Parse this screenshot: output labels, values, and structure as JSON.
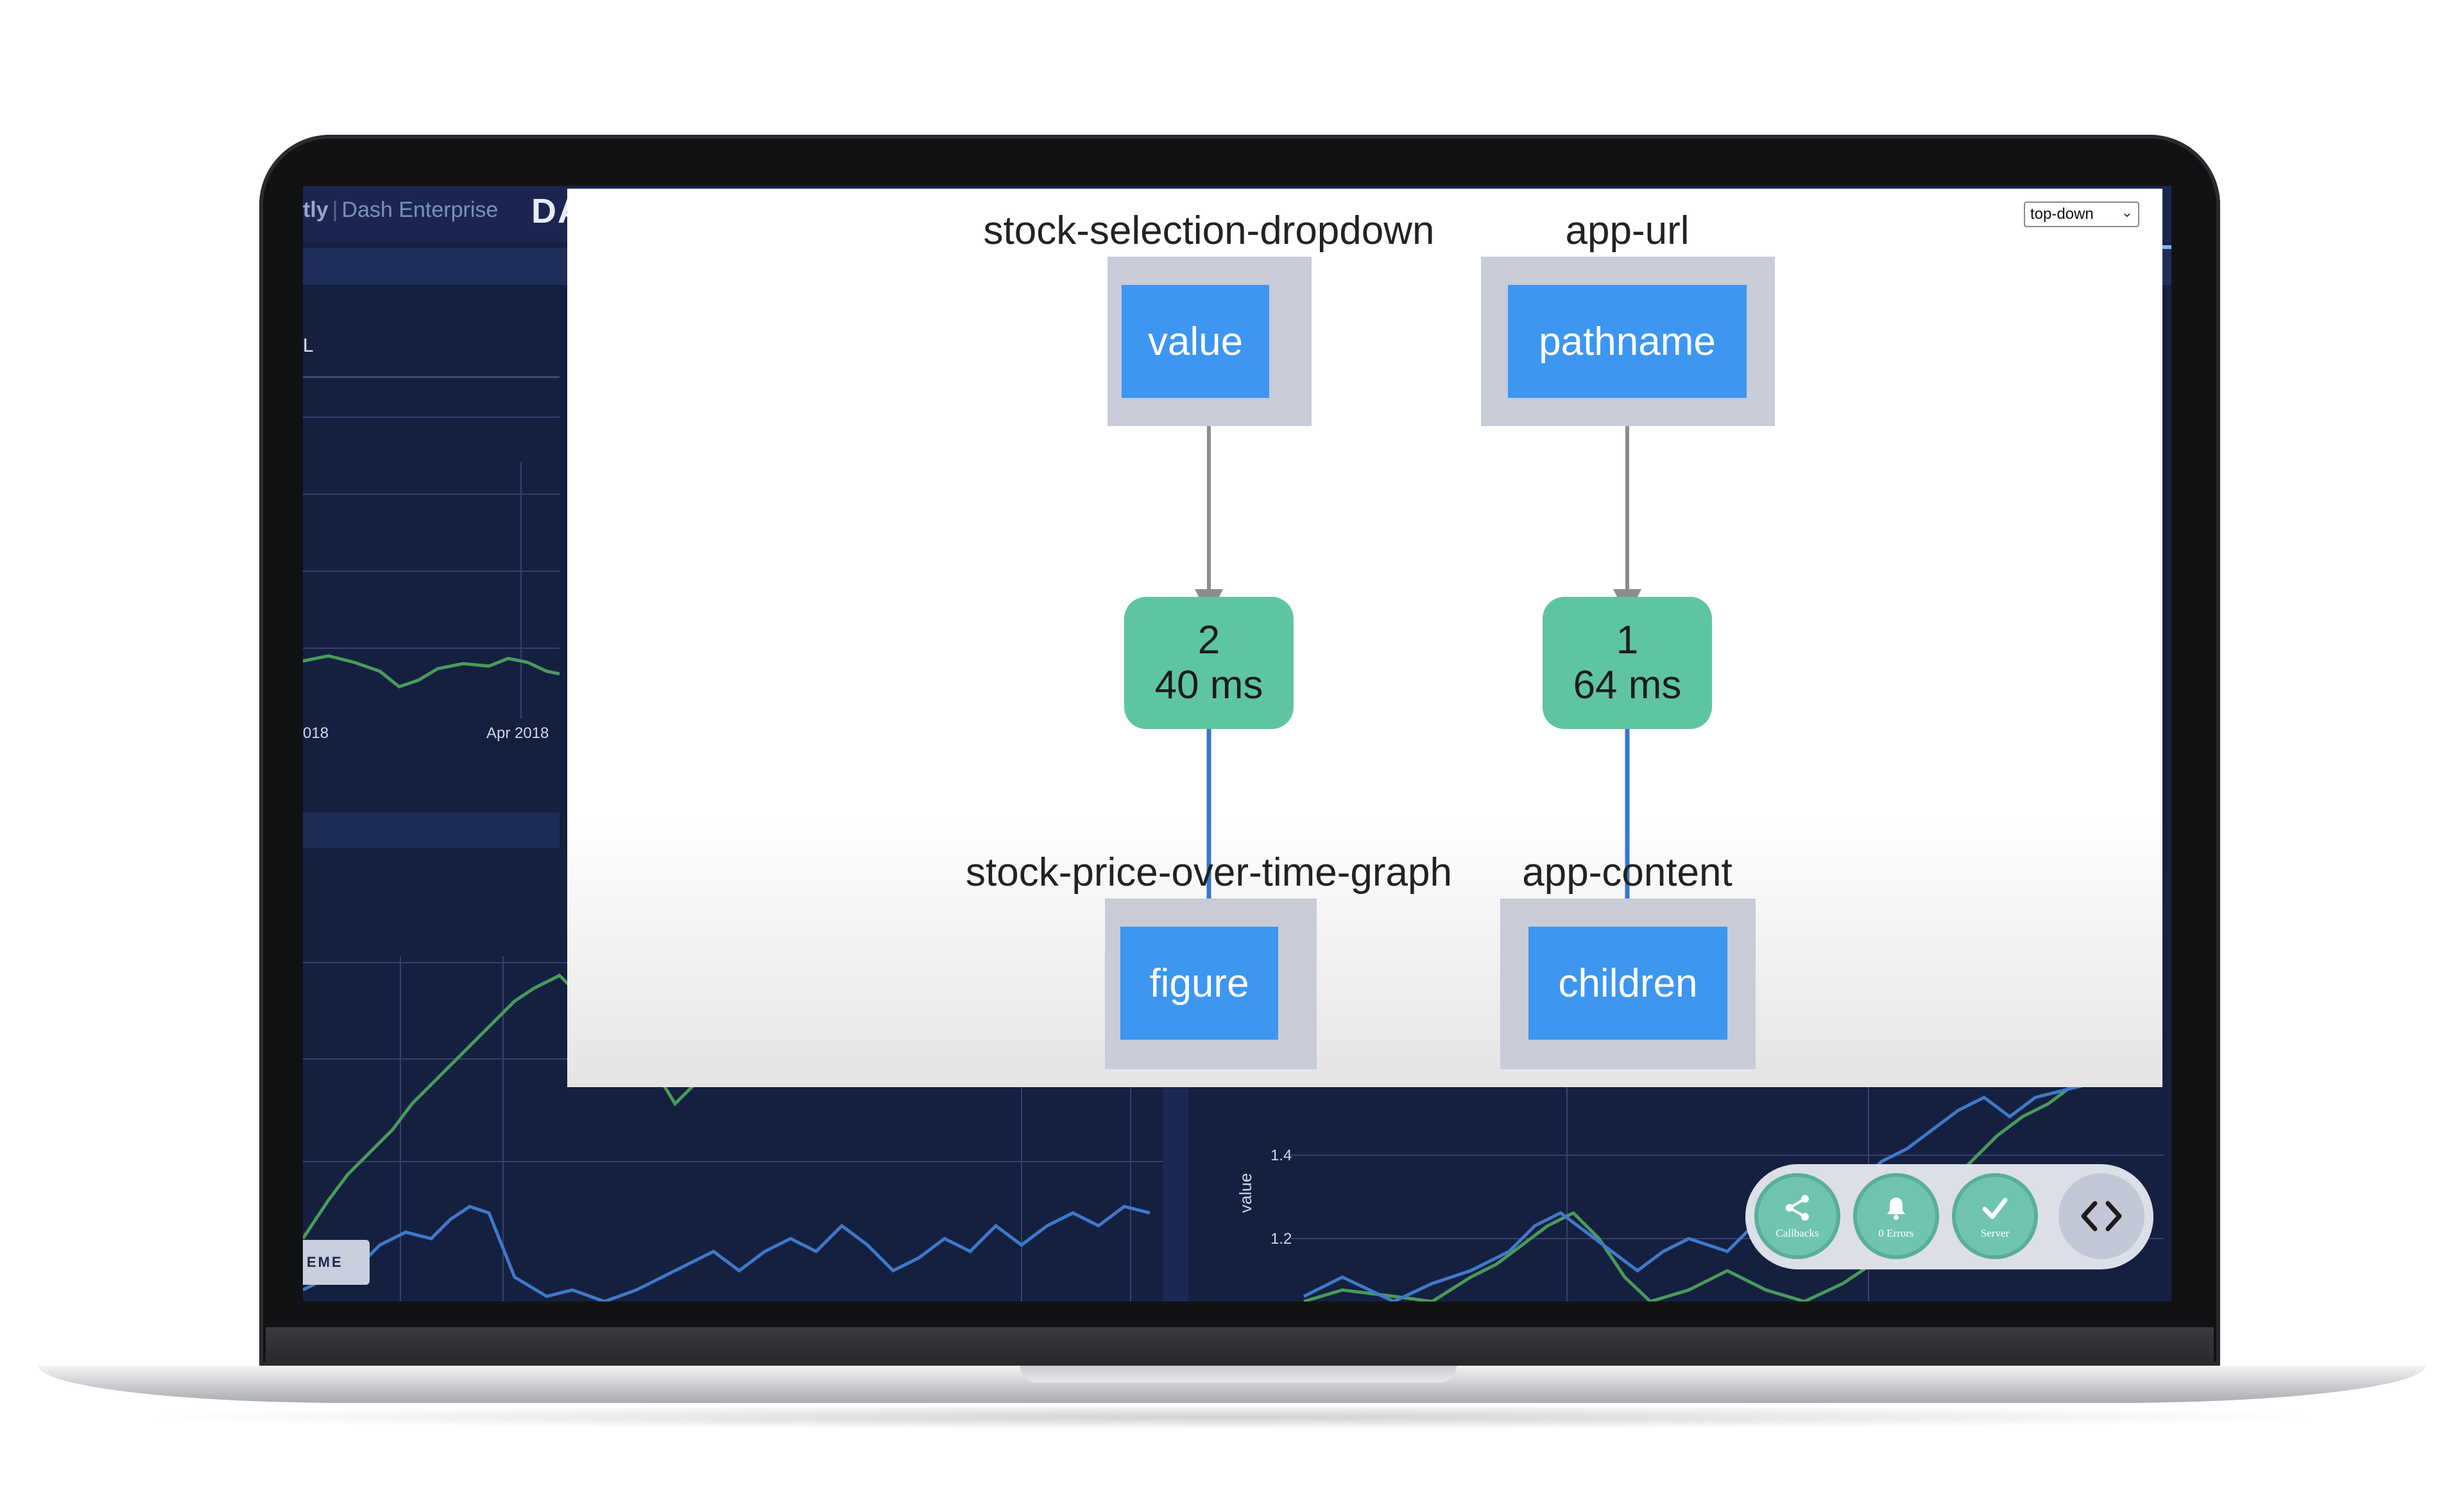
{
  "background_app": {
    "logo_brand": "tly",
    "logo_product": "Dash Enterprise",
    "title_partial": "DA",
    "left_panel_label": "L",
    "left_axis_ticks": [
      "018",
      "Apr 2018"
    ],
    "right_axis_title": "value",
    "right_axis_ticks": [
      "1.4",
      "1.2"
    ],
    "theme_button_label": "EME"
  },
  "callback_graph": {
    "layout_select": {
      "value": "top-down"
    },
    "components": [
      {
        "id": "stock-selection-dropdown",
        "property": "value"
      },
      {
        "id": "app-url",
        "property": "pathname"
      },
      {
        "id": "stock-price-over-time-graph",
        "property": "figure"
      },
      {
        "id": "app-content",
        "property": "children"
      }
    ],
    "callbacks": [
      {
        "count": "2",
        "duration": "40 ms"
      },
      {
        "count": "1",
        "duration": "64 ms"
      }
    ],
    "colors": {
      "property_node": "#3d96f0",
      "callback_node": "#5fc5a0",
      "input_edge": "#8c8c8c",
      "output_edge": "#3777c9"
    }
  },
  "devtools": {
    "callbacks_label": "Callbacks",
    "errors_label": "0 Errors",
    "server_label": "Server",
    "icons": {
      "callbacks": "share-icon",
      "errors": "bell-icon",
      "server": "check-icon",
      "toggle": "code-toggle-icon"
    }
  }
}
